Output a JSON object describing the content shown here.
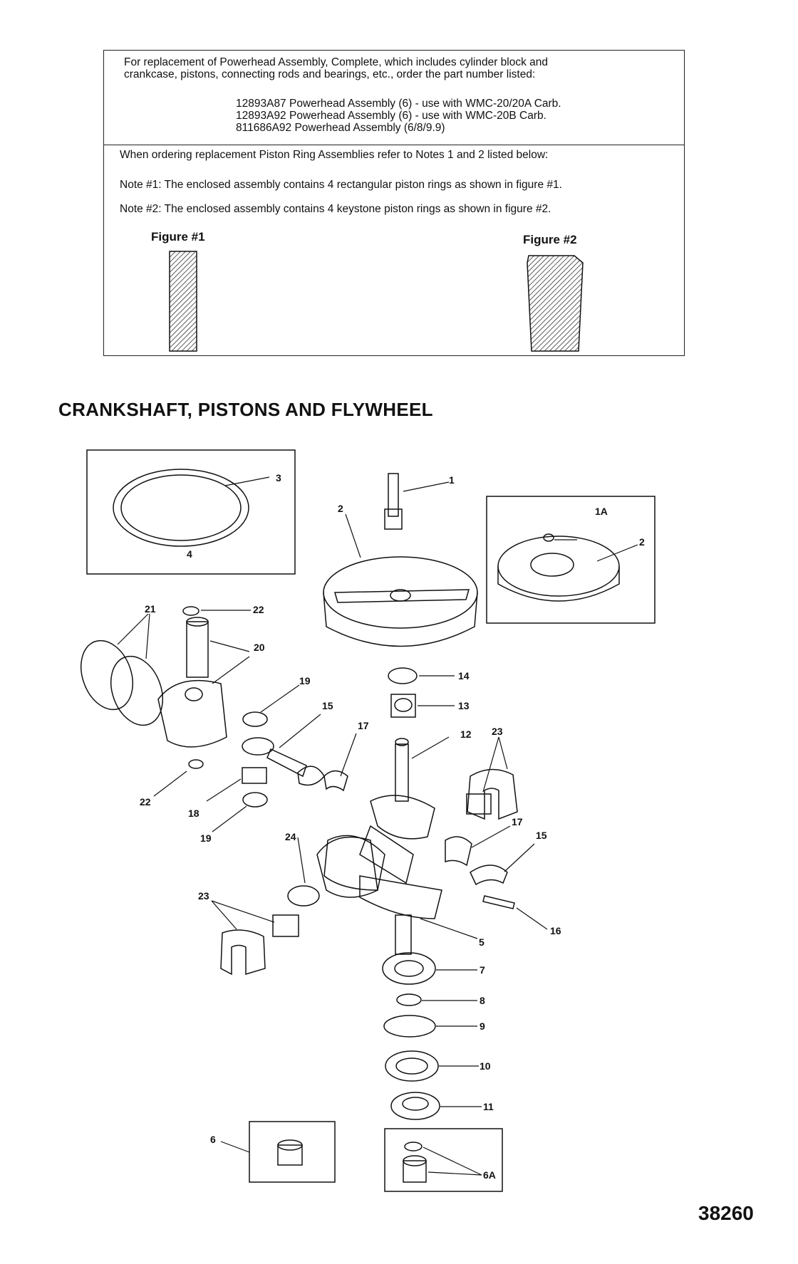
{
  "notes": {
    "replacement_line1": "For replacement of Powerhead Assembly, Complete, which includes cylinder block and",
    "replacement_line2": "crankcase, pistons, connecting rods and bearings, etc., order the part number listed:",
    "part1": "12893A87 Powerhead Assembly (6) - use with WMC-20/20A Carb.",
    "part2": "12893A92 Powerhead Assembly (6) - use with WMC-20B Carb.",
    "part3": "811686A92 Powerhead Assembly (6/8/9.9)",
    "ordering": "When ordering replacement Piston Ring Assemblies refer to Notes 1 and 2 listed below:",
    "note1": "Note #1: The enclosed assembly contains 4 rectangular piston rings as shown in figure #1.",
    "note2": "Note #2: The enclosed assembly contains 4 keystone piston rings as shown in figure #2.",
    "figure1_label": "Figure #1",
    "figure2_label": "Figure #2"
  },
  "heading": "CRANKSHAFT, PISTONS AND FLYWHEEL",
  "document_number": "38260",
  "callouts": {
    "c1": "1",
    "c1A": "1A",
    "c2a": "2",
    "c2b": "2",
    "c3": "3",
    "c4": "4",
    "c5": "5",
    "c6": "6",
    "c6A": "6A",
    "c7": "7",
    "c8": "8",
    "c9": "9",
    "c10": "10",
    "c11": "11",
    "c12": "12",
    "c13": "13",
    "c14": "14",
    "c15a": "15",
    "c15b": "15",
    "c16": "16",
    "c17a": "17",
    "c17b": "17",
    "c18": "18",
    "c19a": "19",
    "c19b": "19",
    "c20": "20",
    "c21": "21",
    "c22a": "22",
    "c22b": "22",
    "c23a": "23",
    "c23b": "23",
    "c24": "24"
  }
}
